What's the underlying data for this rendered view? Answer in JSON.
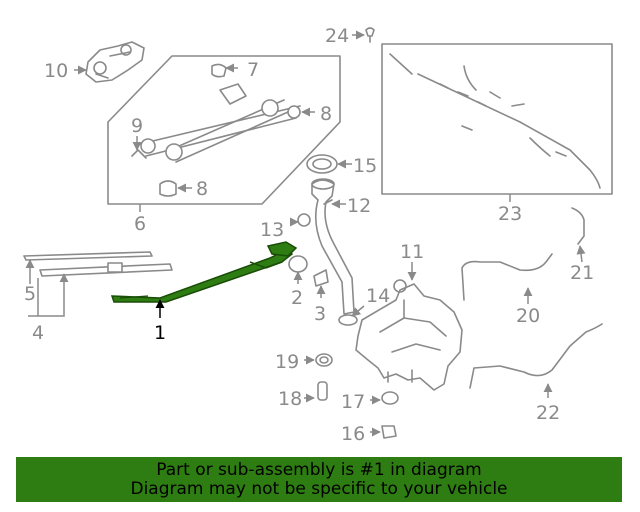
{
  "labels": {
    "l1": "1",
    "l2": "2",
    "l3": "3",
    "l4": "4",
    "l5": "5",
    "l6": "6",
    "l7": "7",
    "l8a": "8",
    "l8b": "8",
    "l9": "9",
    "l10": "10",
    "l11": "11",
    "l12": "12",
    "l13": "13",
    "l14": "14",
    "l15": "15",
    "l16": "16",
    "l17": "17",
    "l18": "18",
    "l19": "19",
    "l20": "20",
    "l21": "21",
    "l22": "22",
    "l23": "23",
    "l24": "24"
  },
  "highlight_color": "#2e7d12",
  "banner": {
    "line1": "Part or sub-assembly is #1 in diagram",
    "line2": "Diagram may not be specific to your vehicle"
  }
}
